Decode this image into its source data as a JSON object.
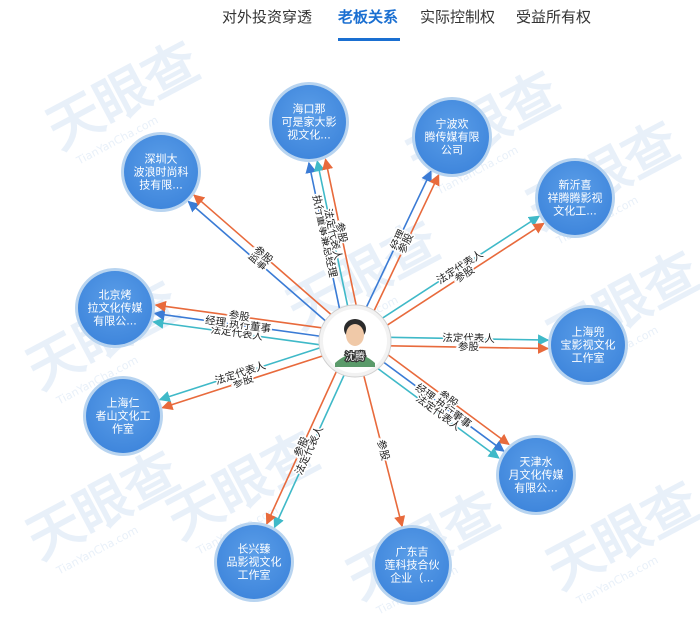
{
  "tabs": [
    {
      "label": "对外投资穿透"
    },
    {
      "label": "老板关系"
    },
    {
      "label": "实际控制权"
    },
    {
      "label": "受益所有权"
    }
  ],
  "active_tab": 1,
  "center": {
    "name": "沈腾"
  },
  "watermark": {
    "text": "天眼查",
    "sub": "TianYanCha.com"
  },
  "colors": {
    "blue": "#3a7bd5",
    "orange": "#e86a3c",
    "teal": "#3fb9c8",
    "node": "#4a90e2",
    "node_ring": "#b8d4f0"
  },
  "nodes": [
    {
      "id": "haikou",
      "lines": [
        "海口那",
        "可是家大影",
        "视文化..."
      ]
    },
    {
      "id": "ningbo",
      "lines": [
        "宁波欢",
        "腾传媒有限",
        "公司"
      ]
    },
    {
      "id": "shenzhen",
      "lines": [
        "深圳大",
        "波浪时尚科",
        "技有限..."
      ]
    },
    {
      "id": "xinyi",
      "lines": [
        "新沂喜",
        "祥腾腾影视",
        "文化工..."
      ]
    },
    {
      "id": "beijing",
      "lines": [
        "北京烤",
        "拉文化传媒",
        "有限公..."
      ]
    },
    {
      "id": "shanghai-dou",
      "lines": [
        "上海兜",
        "宝影视文化",
        "工作室"
      ]
    },
    {
      "id": "shanghai-ren",
      "lines": [
        "上海仁",
        "者山文化工",
        "作室"
      ]
    },
    {
      "id": "tianjin",
      "lines": [
        "天津水",
        "月文化传媒",
        "有限公..."
      ]
    },
    {
      "id": "changxing",
      "lines": [
        "长兴臻",
        "品影视文化",
        "工作室"
      ]
    },
    {
      "id": "guangdong",
      "lines": [
        "广东吉",
        "莲科技合伙",
        "企业（..."
      ]
    }
  ],
  "edges": [
    {
      "node": "haikou",
      "labels": [
        "执行董事兼总经理",
        "法定代表人",
        "参股"
      ]
    },
    {
      "node": "ningbo",
      "labels": [
        "经理",
        "参股"
      ]
    },
    {
      "node": "shenzhen",
      "labels": [
        "监事",
        "参股"
      ]
    },
    {
      "node": "xinyi",
      "labels": [
        "法定代表人",
        "参股"
      ]
    },
    {
      "node": "beijing",
      "labels": [
        "法定代表人",
        "经理,执行董事",
        "参股"
      ]
    },
    {
      "node": "shanghai-dou",
      "labels": [
        "法定代表人",
        "参股"
      ]
    },
    {
      "node": "shanghai-ren",
      "labels": [
        "参股",
        "法定代表人"
      ]
    },
    {
      "node": "tianjin",
      "labels": [
        "参股",
        "经理,执行董事",
        "法定代表人"
      ]
    },
    {
      "node": "changxing",
      "labels": [
        "法定代表人",
        "参股"
      ]
    },
    {
      "node": "guangdong",
      "labels": [
        "参股"
      ]
    }
  ]
}
